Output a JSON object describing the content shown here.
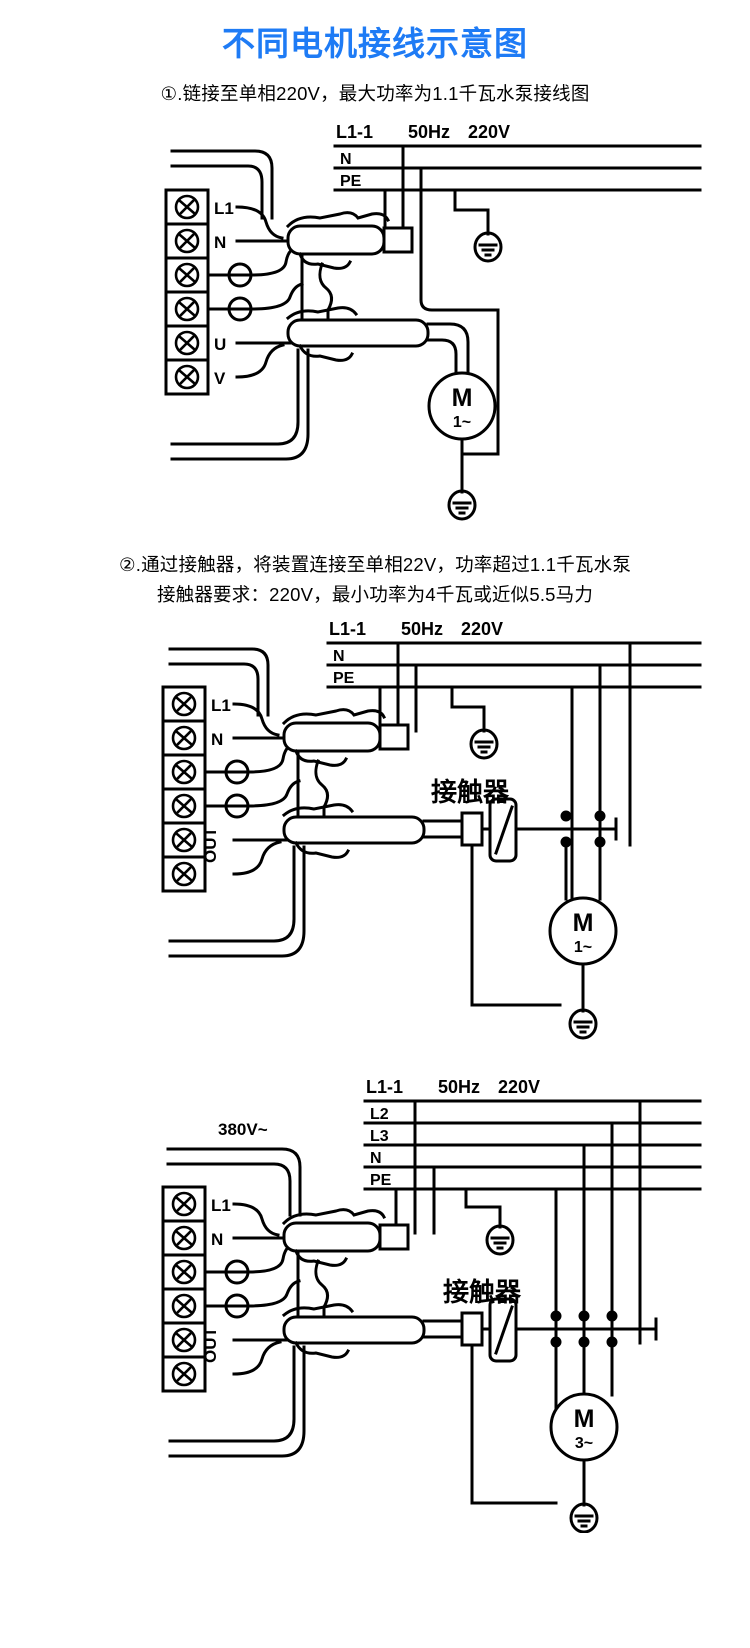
{
  "title": "不同电机接线示意图",
  "title_color": "#1E7BF5",
  "sections": [
    {
      "caption_lines": [
        "①.链接至单相220V，最大功率为1.1千瓦水泵接线图"
      ],
      "rails": {
        "header_labels": [
          "L1-1",
          "50Hz",
          "220V"
        ],
        "rail_names": [
          "N",
          "PE"
        ]
      },
      "terminal_labels": [
        "L1",
        "N",
        "",
        "",
        "U",
        "V"
      ],
      "motor": {
        "symbol": "M",
        "phase": "1~"
      },
      "ground_symbol": "earth-icon",
      "contactor_label": ""
    },
    {
      "caption_lines": [
        "②.通过接触器，将装置连接至单相22V，功率超过1.1千瓦水泵",
        "接触器要求：220V，最小功率为4千瓦或近似5.5马力"
      ],
      "rails": {
        "header_labels": [
          "L1-1",
          "50Hz",
          "220V"
        ],
        "rail_names": [
          "N",
          "PE"
        ]
      },
      "terminal_labels": [
        "L1",
        "N",
        "",
        "",
        "OUT",
        ""
      ],
      "motor": {
        "symbol": "M",
        "phase": "1~"
      },
      "ground_symbol": "earth-icon",
      "contactor_label": "接触器"
    },
    {
      "caption_lines": [],
      "supply_label": "380V~",
      "rails": {
        "header_labels": [
          "L1-1",
          "50Hz",
          "220V"
        ],
        "rail_names": [
          "L2",
          "L3",
          "N",
          "PE"
        ]
      },
      "terminal_labels": [
        "L1",
        "N",
        "",
        "",
        "OUT",
        ""
      ],
      "motor": {
        "symbol": "M",
        "phase": "3~"
      },
      "ground_symbol": "earth-icon",
      "contactor_label": "接触器"
    }
  ],
  "stroke_color": "#000000"
}
